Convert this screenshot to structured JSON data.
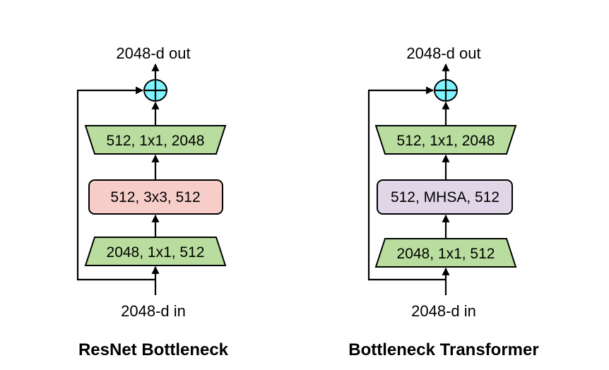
{
  "colors": {
    "add_node": "#7ff5ff",
    "projection_block": "#b8dd9e",
    "conv_block": "#f6cdc9",
    "mhsa_block": "#e0d6e8"
  },
  "resnet": {
    "title": "ResNet Bottleneck",
    "output_label": "2048-d out",
    "input_label": "2048-d in",
    "block_top": "512, 1x1, 2048",
    "block_middle": "512, 3x3, 512",
    "block_bottom": "2048, 1x1, 512"
  },
  "botnet": {
    "title": "Bottleneck Transformer",
    "output_label": "2048-d out",
    "input_label": "2048-d in",
    "block_top": "512, 1x1, 2048",
    "block_middle": "512, MHSA, 512",
    "block_bottom": "2048, 1x1, 512"
  }
}
